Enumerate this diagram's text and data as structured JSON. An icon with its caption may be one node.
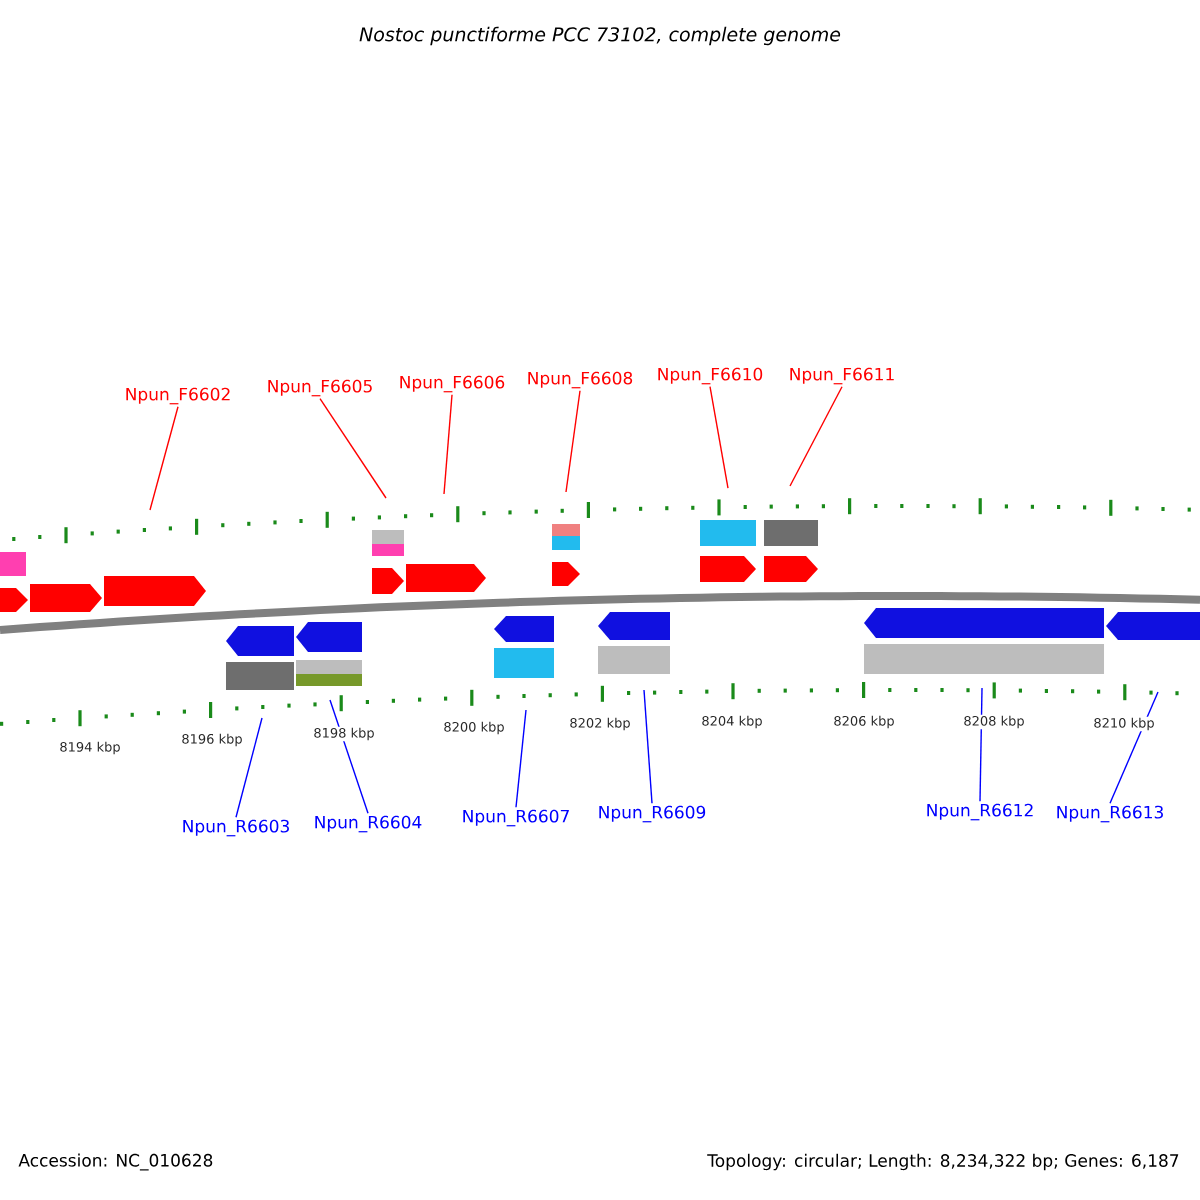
{
  "diagram": {
    "title": "Nostoc punctiforme PCC 73102, complete genome",
    "nodes": [
      {
        "text": [
          "Npun_F6602"
        ]
      },
      {
        "text": [
          "Npun_F6605"
        ]
      },
      {
        "text": [
          "Npun_F6606"
        ]
      },
      {
        "text": [
          "Npun_F6608"
        ]
      },
      {
        "text": [
          "Npun_F6610"
        ]
      },
      {
        "text": [
          "Npun_F6611"
        ]
      },
      {
        "text": [
          "Npun_R6603"
        ]
      },
      {
        "text": [
          "Npun_R6604"
        ]
      },
      {
        "text": [
          "Npun_R6607"
        ]
      },
      {
        "text": [
          "Npun_R6609"
        ]
      },
      {
        "text": [
          "Npun_R6612"
        ]
      },
      {
        "text": [
          "Npun_R6613"
        ]
      }
    ],
    "edges": [
      {
        "from": 0,
        "to": null,
        "arrow": "none"
      },
      {
        "from": 1,
        "to": null,
        "arrow": "none"
      },
      {
        "from": 2,
        "to": null,
        "arrow": "none"
      },
      {
        "from": 3,
        "to": null,
        "arrow": "none"
      },
      {
        "from": 4,
        "to": null,
        "arrow": "none"
      },
      {
        "from": 5,
        "to": null,
        "arrow": "none"
      },
      {
        "from": 6,
        "to": null,
        "arrow": "none",
        "color": "#0000ff"
      },
      {
        "from": 7,
        "to": null,
        "arrow": "none",
        "color": "#0000ff"
      },
      {
        "from": 8,
        "to": null,
        "arrow": "none",
        "color": "#0000ff"
      },
      {
        "from": 9,
        "to": null,
        "arrow": "none",
        "color": "#0000ff"
      },
      {
        "from": 10,
        "to": null,
        "arrow": "none",
        "color": "#0000ff"
      },
      {
        "from": 11,
        "to": null,
        "arrow": "none",
        "color": "#0000ff"
      }
    ],
    "labels": [
      "8194 kbp",
      "8196 kbp",
      "8198 kbp",
      "8200 kbp",
      "8202 kbp",
      "8204 kbp",
      "8206 kbp",
      "8208 kbp",
      "8210 kbp",
      "Accession: NC_010628",
      "Topology: circular; Length: 8,234,322 bp; Genes: 6,187"
    ]
  }
}
